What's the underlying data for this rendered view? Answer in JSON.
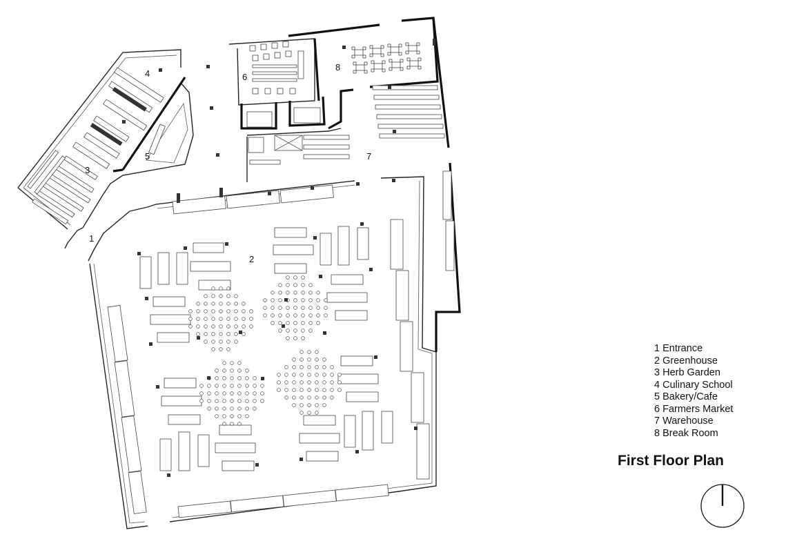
{
  "rooms": [
    {
      "number": "1",
      "name": "Entrance"
    },
    {
      "number": "2",
      "name": "Greenhouse"
    },
    {
      "number": "3",
      "name": "Herb Garden"
    },
    {
      "number": "4",
      "name": "Culinary School"
    },
    {
      "number": "5",
      "name": "Bakery/Cafe"
    },
    {
      "number": "6",
      "name": "Farmers Market"
    },
    {
      "number": "7",
      "name": "Warehouse"
    },
    {
      "number": "8",
      "name": "Break Room"
    }
  ],
  "legend_items": [
    "1 Entrance",
    "2 Greenhouse",
    "3 Herb Garden",
    "4 Culinary School",
    "5 Bakery/Cafe",
    "6 Farmers Market",
    "7 Warehouse",
    "8 Break Room"
  ],
  "plan_title": "First Floor Plan",
  "north_arrow": "north-arrow-icon"
}
